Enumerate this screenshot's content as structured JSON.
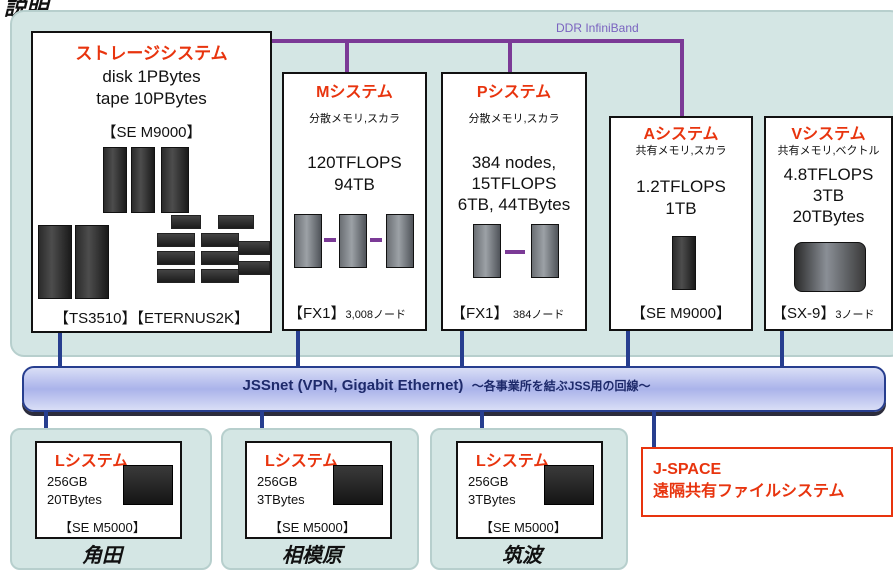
{
  "header": {
    "label": "説明"
  },
  "interconnect": {
    "label": "DDR InfiniBand"
  },
  "storage": {
    "title": "ストレージシステム",
    "disk": "disk 1PBytes",
    "tape": "tape 10PBytes",
    "model1": "【SE M9000】",
    "model2": "【TS3510】【ETERNUS2K】"
  },
  "m_system": {
    "title": "Mシステム",
    "desc": "分散メモリ,スカラ",
    "flops": "120TFLOPS",
    "mem": "94TB",
    "model": "【FX1】",
    "nodes": "3,008ノード"
  },
  "p_system": {
    "title": "Pシステム",
    "desc": "分散メモリ,スカラ",
    "nodes_spec": "384 nodes,",
    "flops": "15TFLOPS",
    "mem": "6TB, 44TBytes",
    "model": "【FX1】",
    "nodes": "384ノード"
  },
  "a_system": {
    "title": "Aシステム",
    "desc": "共有メモリ,スカラ",
    "flops": "1.2TFLOPS",
    "mem": "1TB",
    "model": "【SE M9000】"
  },
  "v_system": {
    "title": "Vシステム",
    "desc": "共有メモリ,ベクトル",
    "flops": "4.8TFLOPS",
    "mem": "3TB",
    "storage": "20TBytes",
    "model": "【SX-9】",
    "nodes": "3ノード"
  },
  "network": {
    "main": "JSSnet (VPN, Gigabit Ethernet)",
    "sub": "～各事業所を結ぶJSS用の回線～"
  },
  "sites": [
    {
      "name": "角田",
      "title": "Lシステム",
      "mem": "256GB",
      "storage": "20TBytes",
      "model": "【SE M5000】"
    },
    {
      "name": "相模原",
      "title": "Lシステム",
      "mem": "256GB",
      "storage": "3TBytes",
      "model": "【SE M5000】"
    },
    {
      "name": "筑波",
      "title": "Lシステム",
      "mem": "256GB",
      "storage": "3TBytes",
      "model": "【SE M5000】"
    }
  ],
  "jspace": {
    "line1": "J-SPACE",
    "line2": "遠隔共有ファイルシステム"
  }
}
